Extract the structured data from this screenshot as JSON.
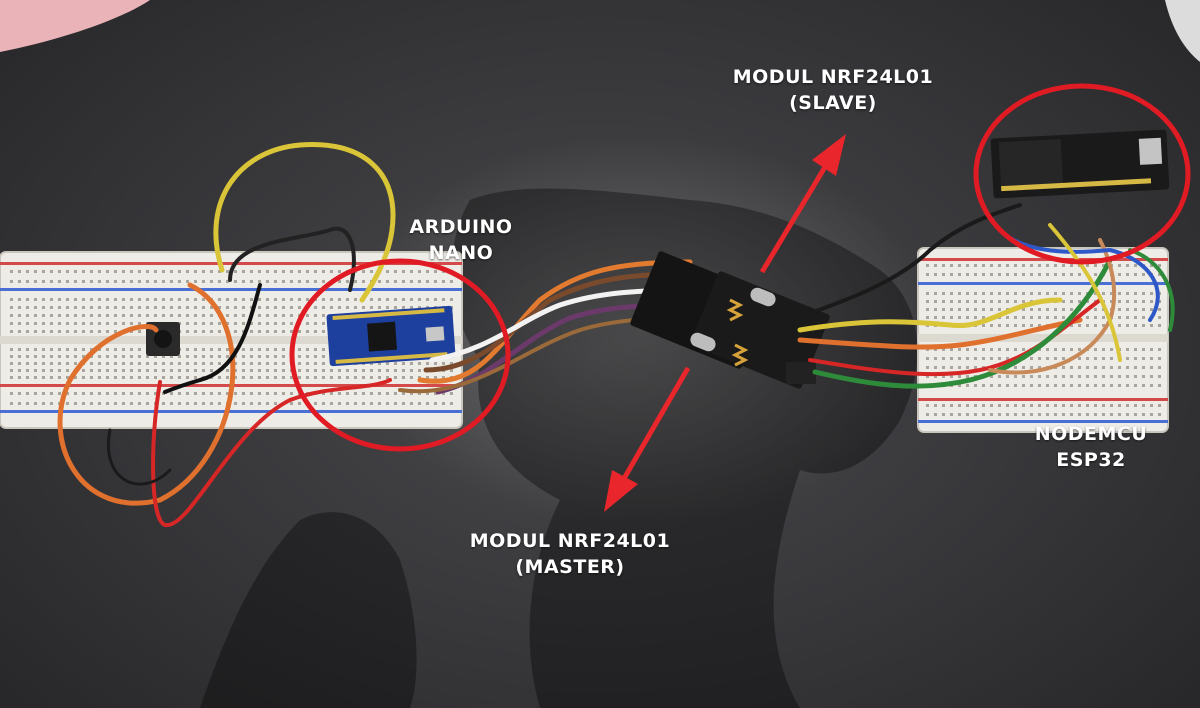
{
  "labels": {
    "arduino_nano": {
      "line1": "ARDUINO",
      "line2": "NANO"
    },
    "nrf_slave": {
      "line1": "MODUL NRF24L01",
      "line2": "(SLAVE)"
    },
    "nrf_master": {
      "line1": "MODUL NRF24L01",
      "line2": "(MASTER)"
    },
    "nodemcu_esp32": {
      "line1": "NODEMCU",
      "line2": "ESP32"
    }
  },
  "colors": {
    "annotation_circle": "#e01b24",
    "annotation_arrow": "#e8262b",
    "label_text": "#ffffff",
    "breadboard": "#eeece6",
    "arduino_board": "#1d3f9e",
    "nrf_board": "#141414",
    "esp32_board": "#1a1a1a"
  }
}
